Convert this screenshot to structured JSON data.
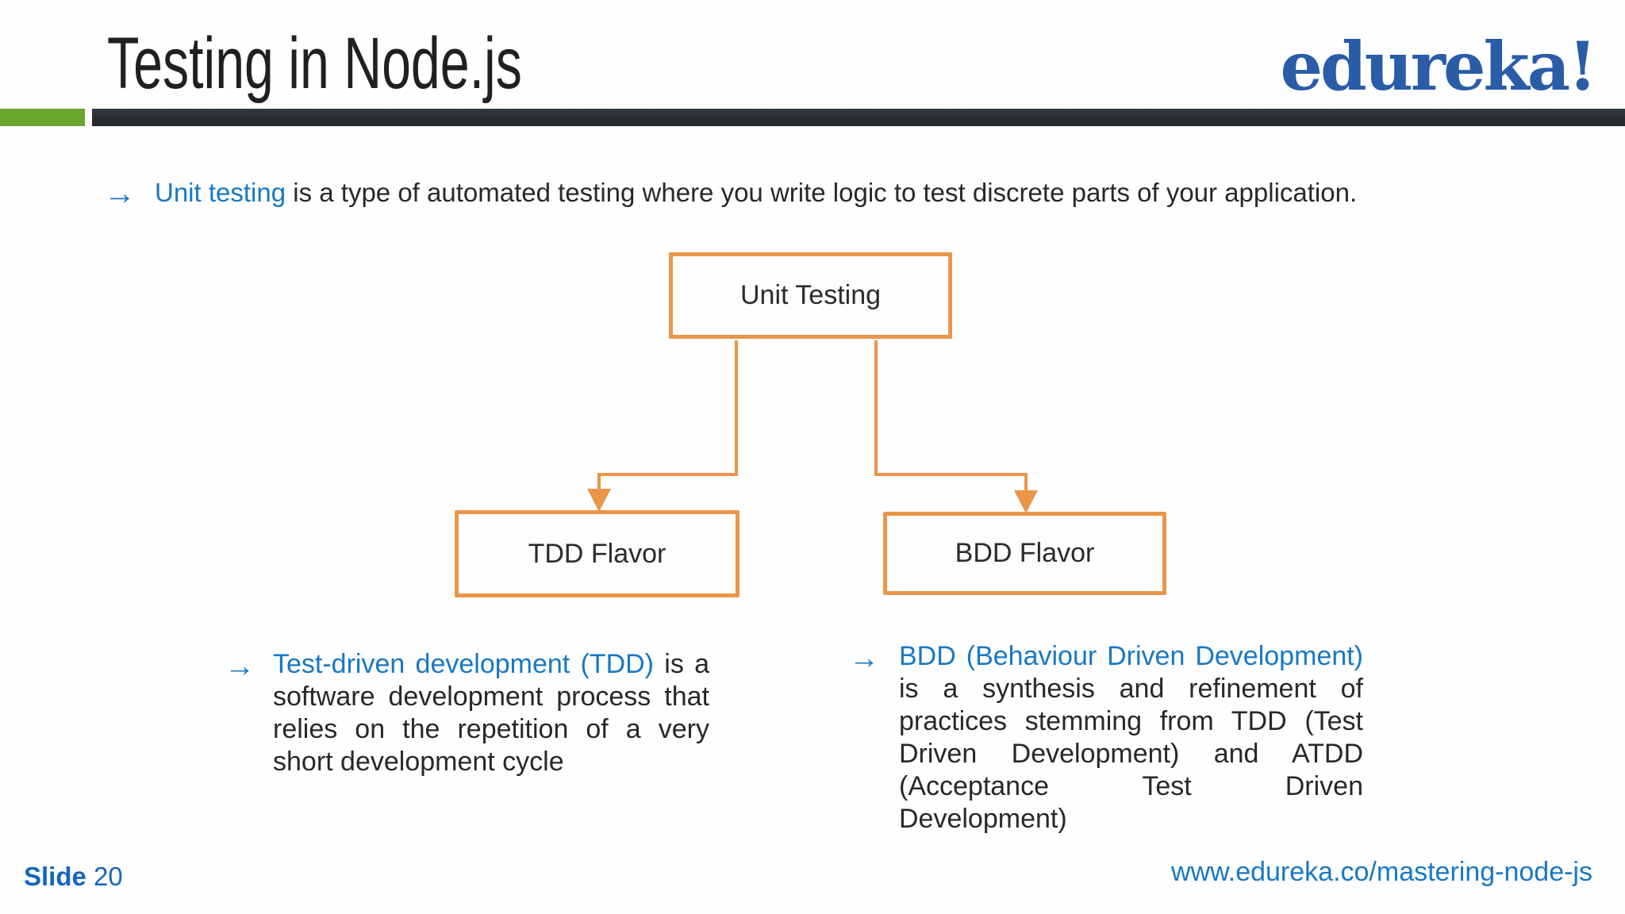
{
  "header": {
    "title": "Testing in Node.js",
    "logo": "edureka!"
  },
  "colors": {
    "accent_blue": "#1878c4",
    "logo_blue": "#2a5ca7",
    "diagram_orange": "#e9964a",
    "accent_green": "#6ca430",
    "divider_dark": "#272c31",
    "body_text": "#282828"
  },
  "intro": {
    "arrow": "→",
    "highlight": "Unit testing",
    "rest": " is a type of automated testing where you write logic to test discrete parts of your application."
  },
  "diagram": {
    "root": "Unit Testing",
    "children": [
      "TDD Flavor",
      "BDD Flavor"
    ]
  },
  "notes": [
    {
      "arrow": "→",
      "highlight": "Test-driven development (TDD)",
      "rest": " is a software development process that relies on the repetition of a very short development cycle"
    },
    {
      "arrow": "→",
      "highlight": "BDD (Behaviour Driven Development)",
      "rest": " is a synthesis and refinement of practices stemming from TDD (Test Driven Development) and ATDD (Acceptance Test Driven Development)"
    }
  ],
  "footer": {
    "slide_label": "Slide",
    "slide_number": "20",
    "url": "www.edureka.co/mastering-node-js"
  }
}
